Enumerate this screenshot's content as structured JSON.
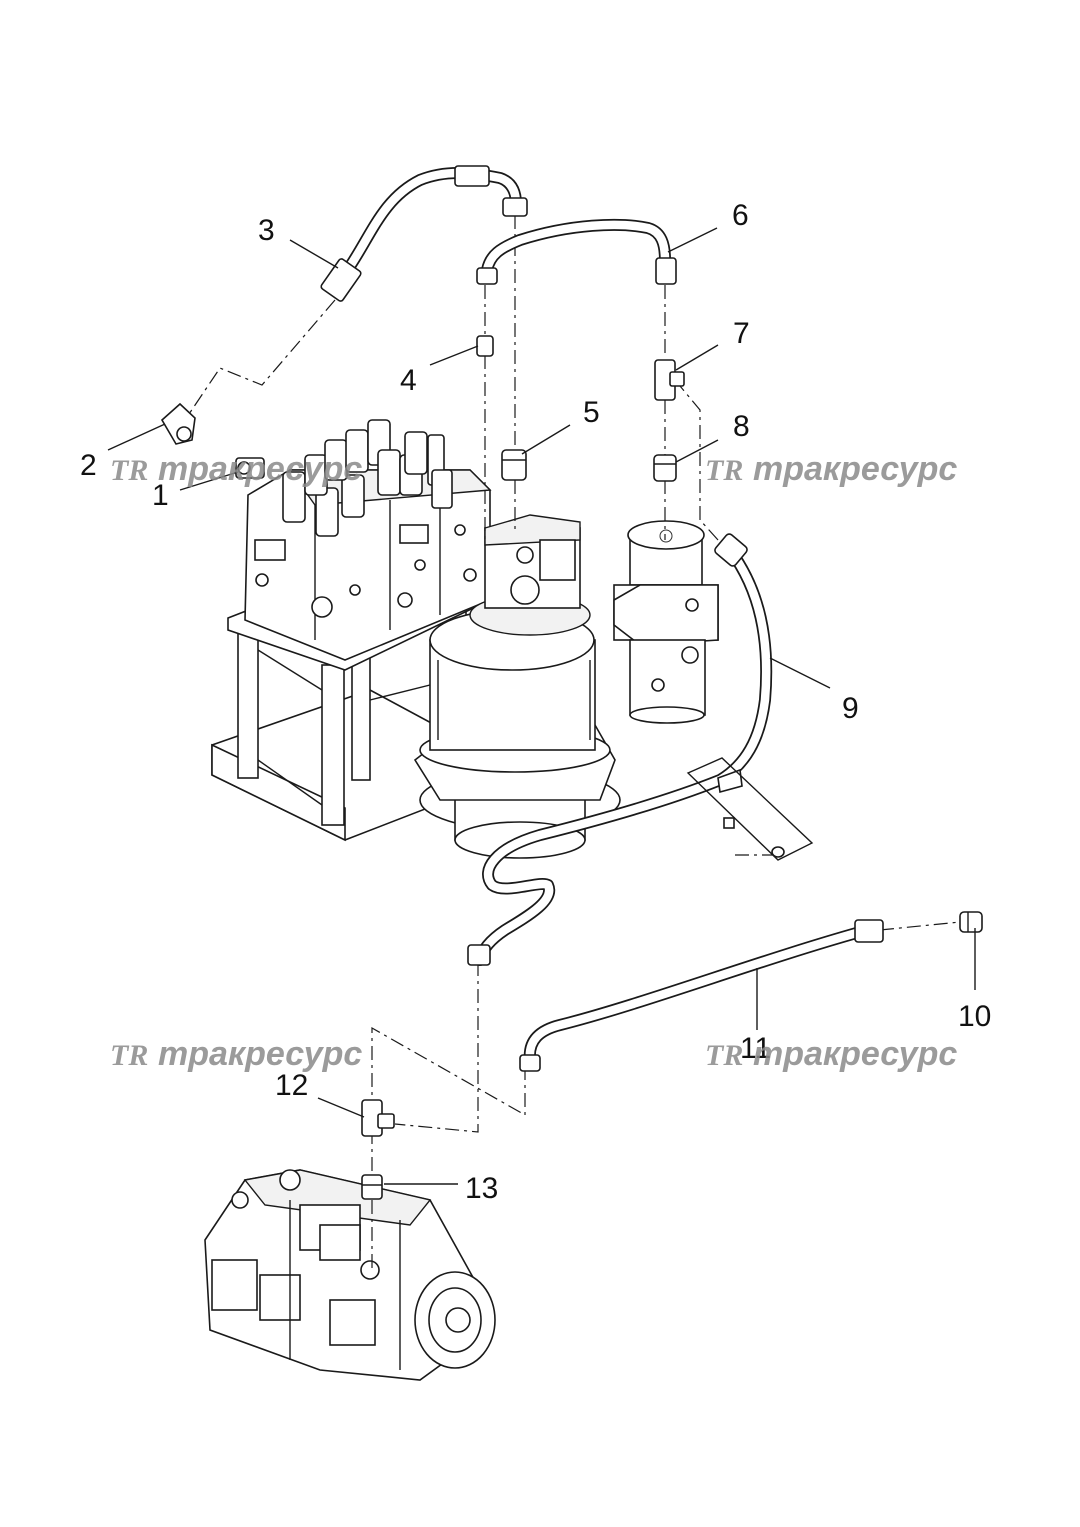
{
  "callouts": [
    {
      "id": "1",
      "label": "1"
    },
    {
      "id": "2",
      "label": "2"
    },
    {
      "id": "3",
      "label": "3"
    },
    {
      "id": "4",
      "label": "4"
    },
    {
      "id": "5",
      "label": "5"
    },
    {
      "id": "6",
      "label": "6"
    },
    {
      "id": "7",
      "label": "7"
    },
    {
      "id": "8",
      "label": "8"
    },
    {
      "id": "9",
      "label": "9"
    },
    {
      "id": "10",
      "label": "10"
    },
    {
      "id": "11",
      "label": "11"
    },
    {
      "id": "12",
      "label": "12"
    },
    {
      "id": "13",
      "label": "13"
    }
  ],
  "watermark": {
    "logo": "TR",
    "text": "тракресурс"
  },
  "colors": {
    "line": "#1a1a1a",
    "watermark": "#8a8a8a",
    "background": "#ffffff"
  }
}
